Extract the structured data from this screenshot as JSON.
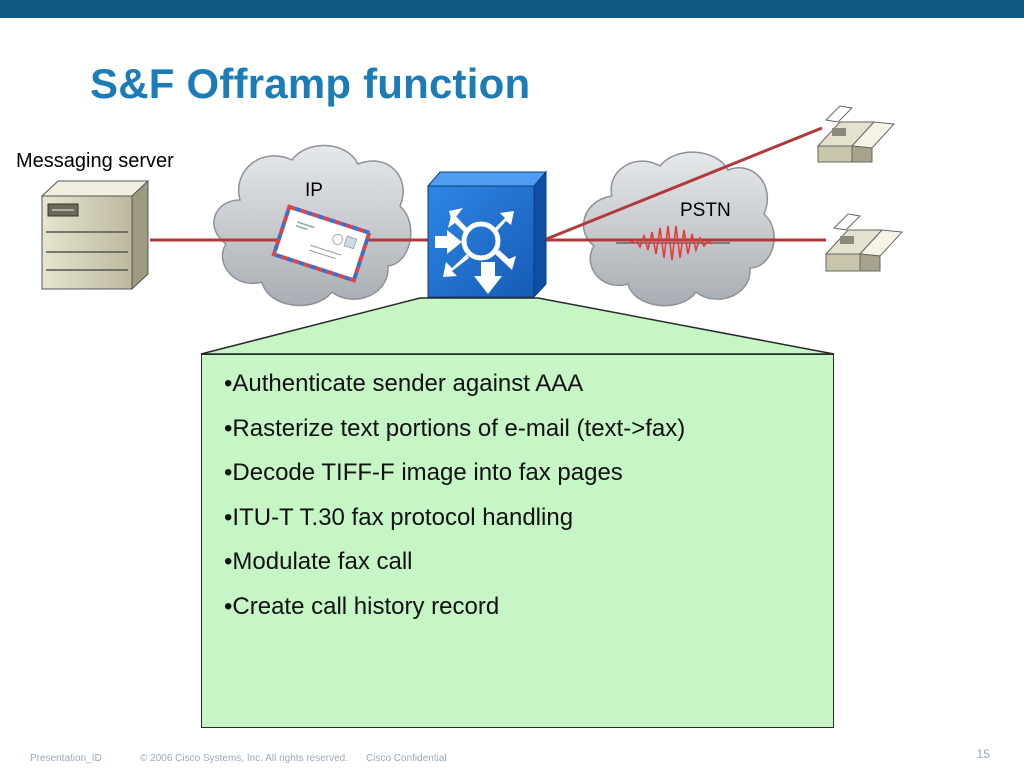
{
  "title": "S&F Offramp function",
  "labels": {
    "server": "Messaging server",
    "ip_cloud": "IP",
    "pstn_cloud": "PSTN"
  },
  "bullets": [
    "Authenticate sender against AAA",
    "Rasterize text portions of e-mail (text->fax)",
    "Decode TIFF-F image into fax pages",
    "ITU-T T.30 fax protocol handling",
    "Modulate fax call",
    "Create call history record"
  ],
  "footer": {
    "presentation_id": "Presentation_ID",
    "copyright": "© 2006 Cisco Systems, Inc. All rights reserved.",
    "confidential": "Cisco Confidential",
    "page": "15"
  },
  "colors": {
    "header_bar": "#0e5a80",
    "title": "#1b7cb8",
    "link_line": "#b03a3a",
    "router": "#1f6fd0",
    "callout_fill": "#c6f5c6",
    "cloud": "#c4c8cc"
  },
  "icons": [
    "server-icon",
    "cloud-icon",
    "envelope-icon",
    "router-icon",
    "waveform-icon",
    "fax-machine-icon"
  ]
}
